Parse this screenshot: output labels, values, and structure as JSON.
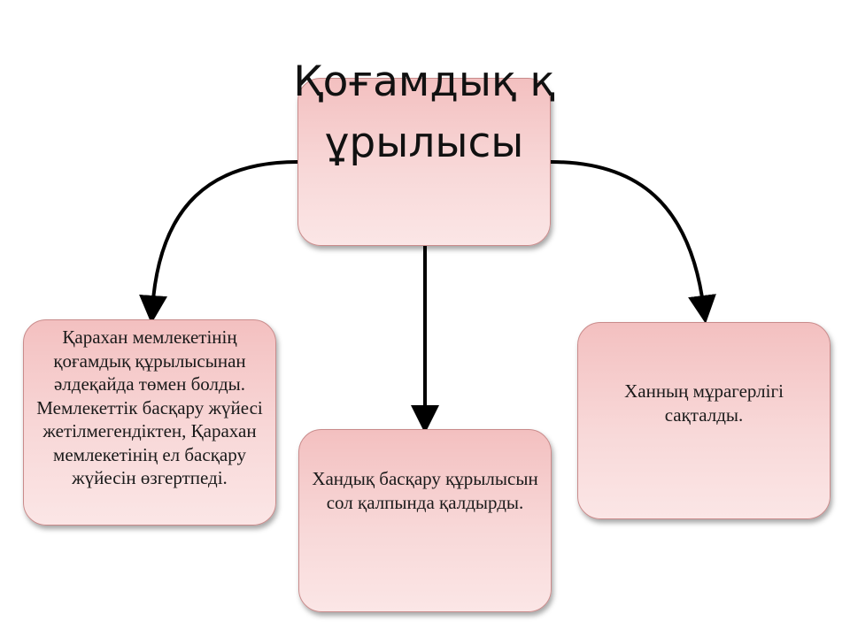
{
  "central": {
    "title": "Қоғамдық құрылысы"
  },
  "boxes": {
    "left": "Қарахан мемлекетінің қоғамдық құрылысынан әлдеқайда төмен болды. Мемлекеттік басқару жүйесі жетілмегендіктен, Қарахан мемлекетінің ел басқару жүйесін өзгертпеді.",
    "middle": "Хандық басқару құрылысын сол қалпында қалдырды.",
    "right": "Ханның мұрагерлігі сақталды."
  },
  "colors": {
    "box_fill_top": "#f3c0c0",
    "box_fill_bottom": "#fbe6e6",
    "box_border": "#c98b8b",
    "arrow": "#000000"
  }
}
